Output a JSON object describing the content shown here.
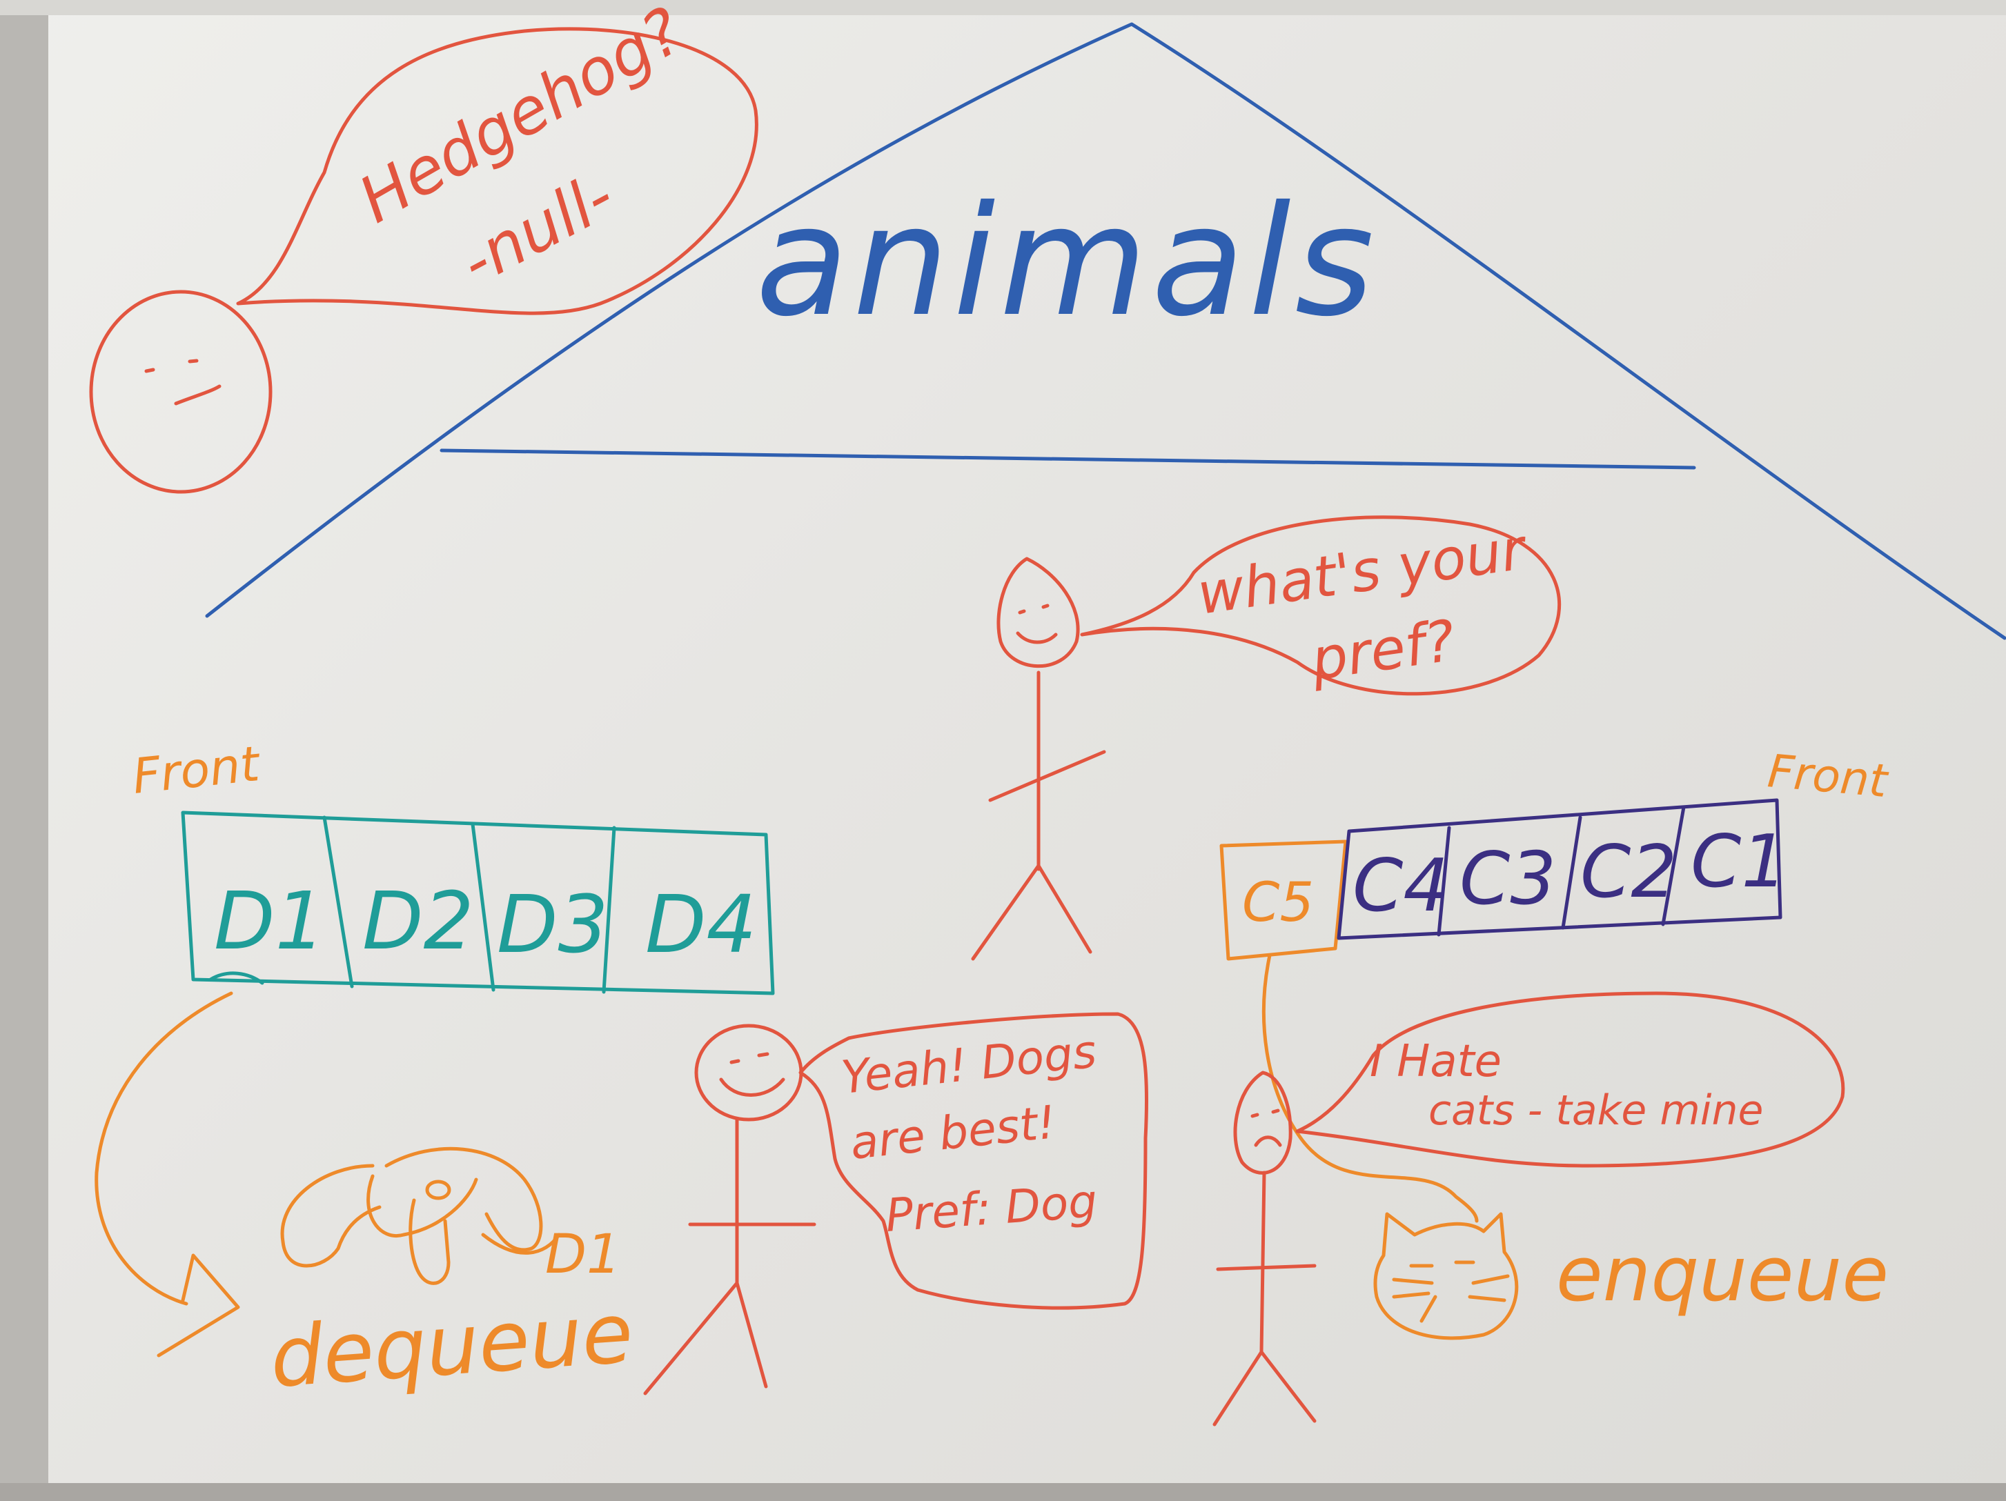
{
  "colors": {
    "blue": "#2f5fb0",
    "red": "#e2553f",
    "orange": "#ee8a2a",
    "teal": "#1f9d98",
    "purple": "#3b2f82",
    "board": "#ebeae7"
  },
  "title": "animals",
  "bubbles": {
    "sad_person": [
      "Hedgehog?",
      "-null-"
    ],
    "center_person": [
      "what's your",
      "pref?"
    ],
    "dog_person": [
      "Yeah! Dogs",
      "are best!",
      "Pref: Dog"
    ],
    "cat_person": [
      "I Hate",
      "cats - take mine"
    ]
  },
  "dog_queue": {
    "front_label": "Front",
    "cells": [
      "D1",
      "D2",
      "D3",
      "D4"
    ],
    "action": "dequeue",
    "dequeued_label": "D1"
  },
  "cat_queue": {
    "front_label": "Front",
    "cells": [
      "C4",
      "C3",
      "C2",
      "C1"
    ],
    "new_cell": "C5",
    "action": "enqueue"
  },
  "icons": [
    "sad-face-icon",
    "dog-face-icon",
    "cat-face-icon",
    "stick-figure-icon"
  ]
}
